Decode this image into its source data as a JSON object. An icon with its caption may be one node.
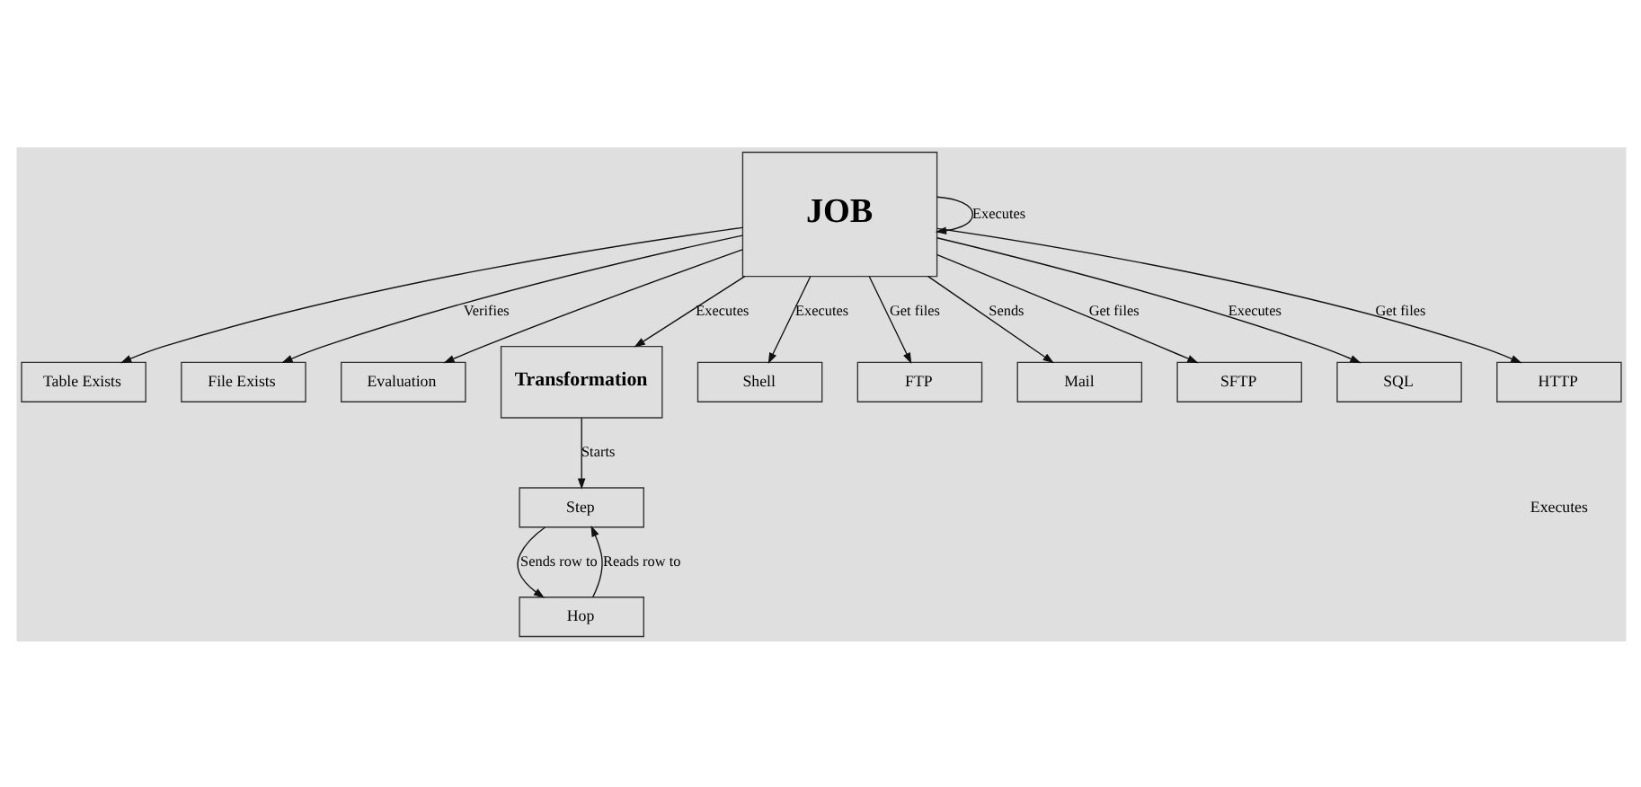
{
  "diagram": {
    "nodes": [
      {
        "text": [
          "Table Exists"
        ]
      },
      {
        "text": [
          "File Exists"
        ]
      },
      {
        "text": [
          "Evaluation"
        ]
      },
      {
        "text": [
          "JOB"
        ]
      },
      {
        "text": [
          "Transformation"
        ]
      },
      {
        "text": [
          "Shell"
        ]
      },
      {
        "text": [
          "FTP"
        ]
      },
      {
        "text": [
          "Step"
        ]
      },
      {
        "text": [
          "Hop"
        ]
      },
      {
        "text": [
          "Mail"
        ]
      },
      {
        "text": [
          "SFTP"
        ]
      },
      {
        "text": [
          "SQL"
        ]
      },
      {
        "text": [
          "HTTP"
        ]
      }
    ],
    "edges": [
      {
        "from": 3,
        "to": 3,
        "arrow": "to",
        "label": "Executes"
      },
      {
        "from": 3,
        "to": 0,
        "arrow": "to"
      },
      {
        "from": 3,
        "to": 1,
        "arrow": "to",
        "label": "Verifies"
      },
      {
        "from": 3,
        "to": 2,
        "arrow": "to"
      },
      {
        "from": 3,
        "to": 4,
        "arrow": "to",
        "label": "Executes"
      },
      {
        "from": 3,
        "to": 5,
        "arrow": "to",
        "label": "Executes"
      },
      {
        "from": 3,
        "to": 9,
        "arrow": "to",
        "label": "Sends"
      },
      {
        "from": 3,
        "to": 11,
        "arrow": "to",
        "label": "Executes"
      },
      {
        "from": 3,
        "to": 6,
        "arrow": "to",
        "label": "Get files"
      },
      {
        "from": 3,
        "to": 10,
        "arrow": "to",
        "label": "Get files"
      },
      {
        "from": 3,
        "to": 12,
        "arrow": "to",
        "label": "Get files"
      },
      {
        "from": 4,
        "to": 7,
        "arrow": "to",
        "label": "Starts"
      },
      {
        "from": 7,
        "to": 8,
        "arrow": "to",
        "label": "Sends row to"
      },
      {
        "from": 8,
        "to": 7,
        "arrow": "to",
        "label": "Reads row to"
      }
    ],
    "labels": [
      "Executes"
    ]
  }
}
